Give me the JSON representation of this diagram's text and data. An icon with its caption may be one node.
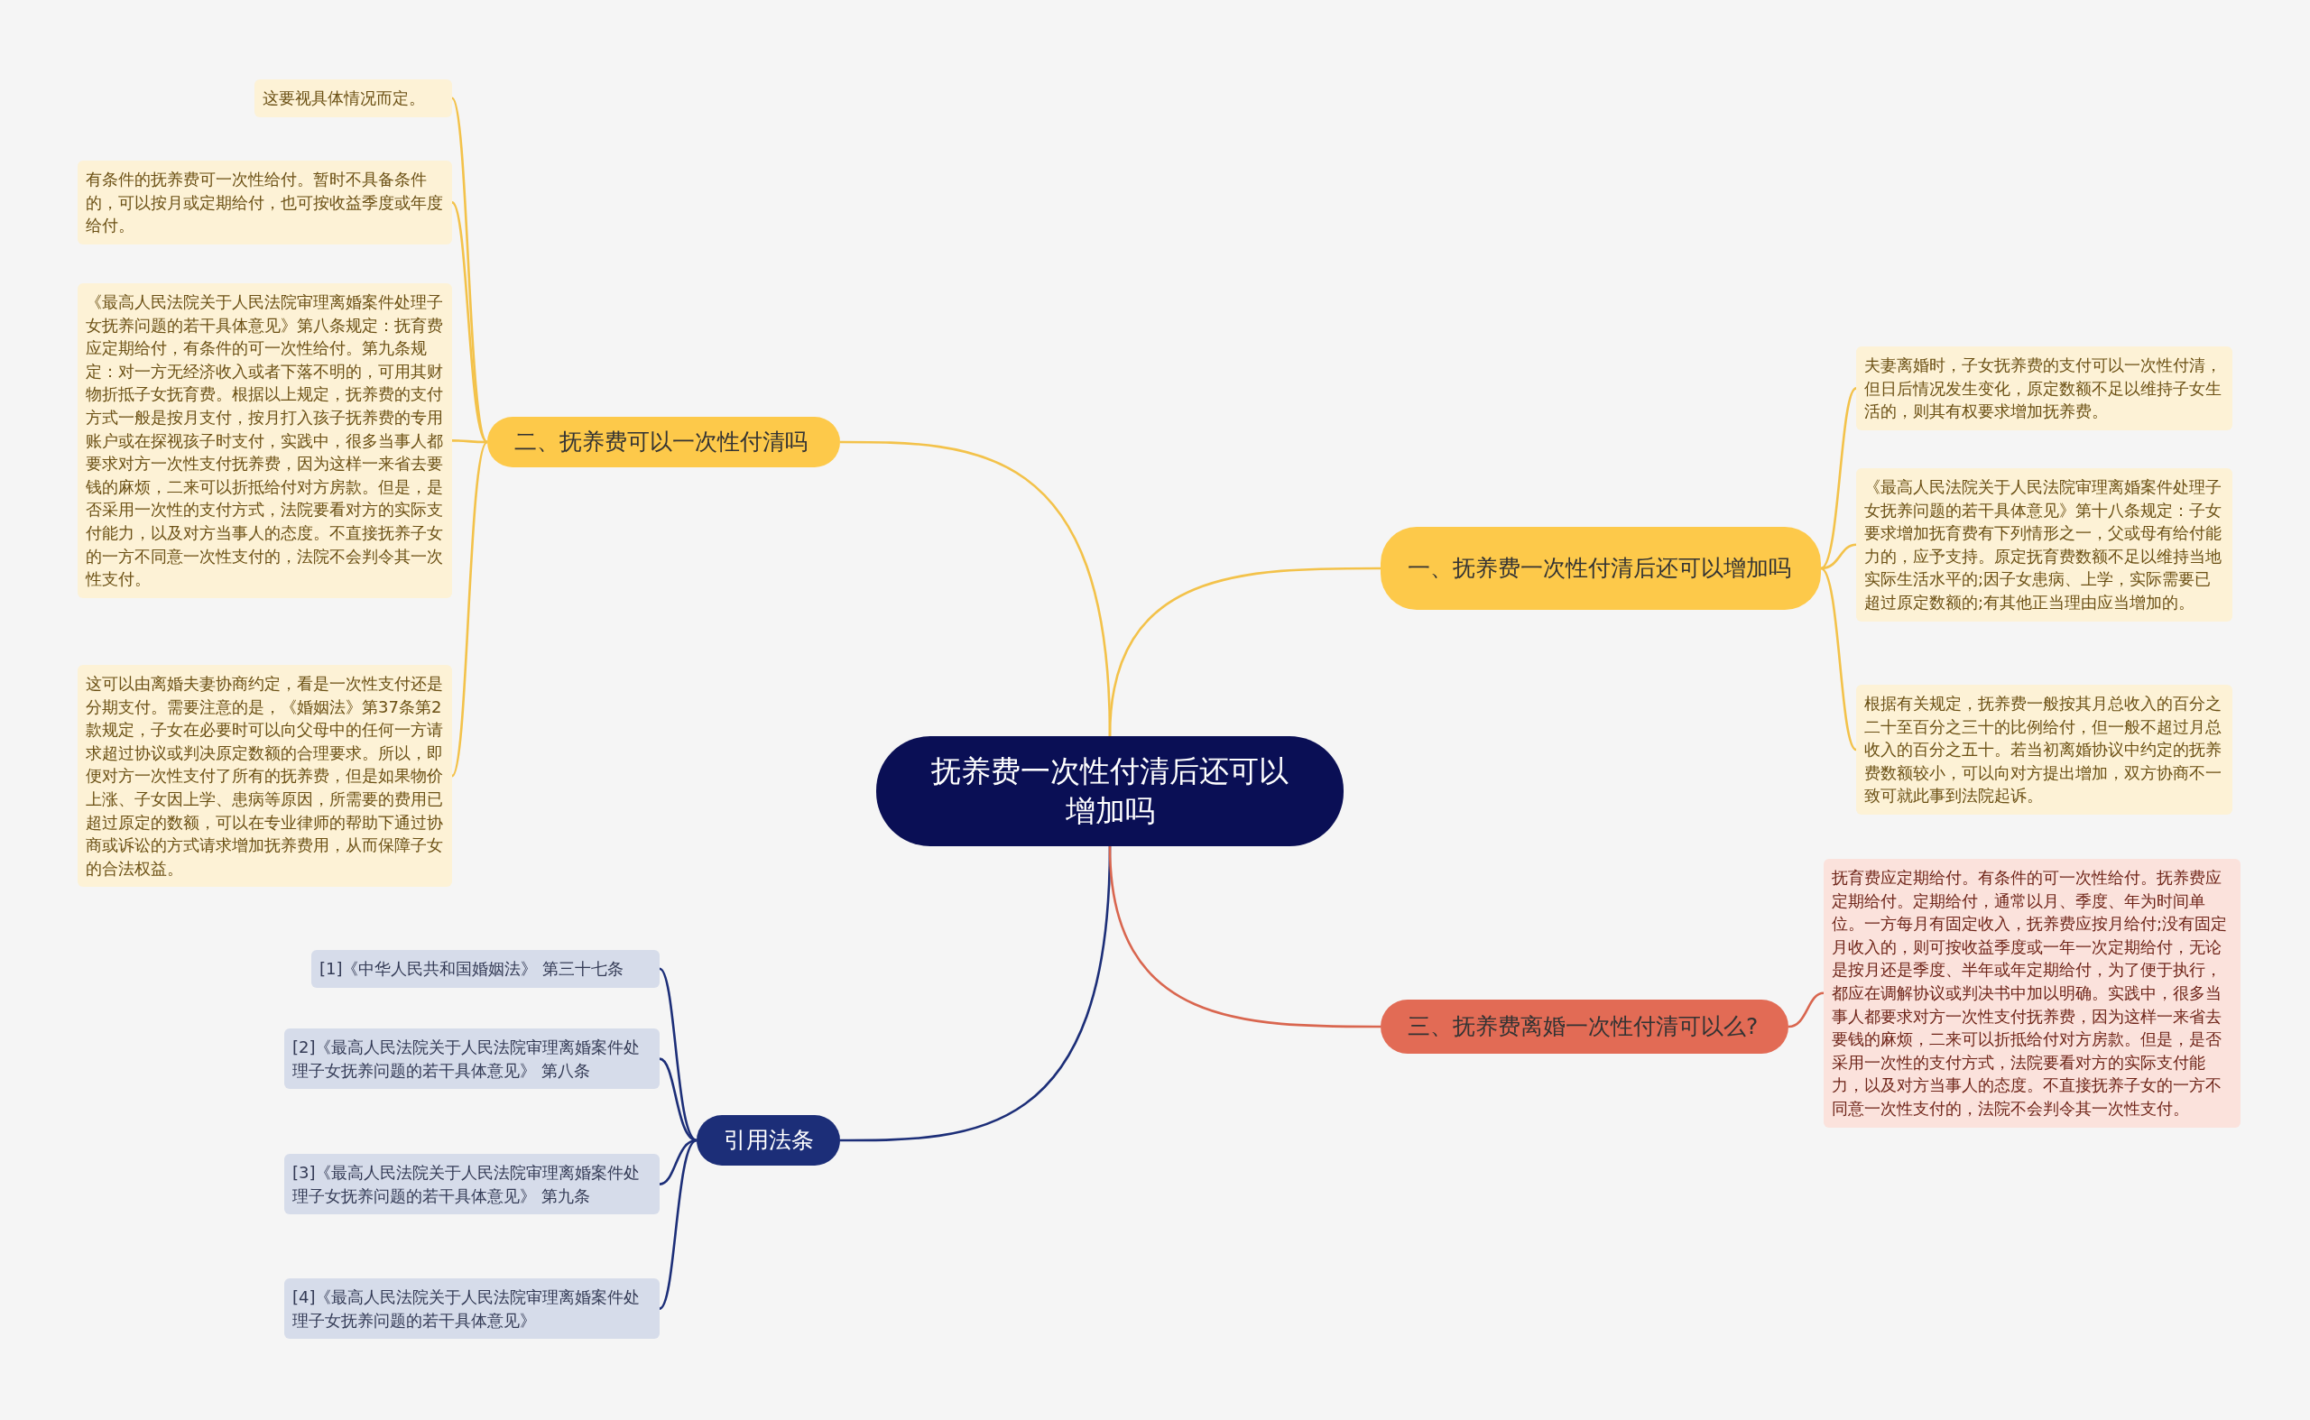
{
  "diagram": {
    "nodes": [
      {
        "text": [
          "抚养费一次性付清后还可以增加吗"
        ]
      },
      {
        "text": [
          "二、抚养费可以一次性付清吗"
        ]
      },
      {
        "text": [
          "这要视具体情况而定。"
        ]
      },
      {
        "text": [
          "有条件的抚养费可一次性给付。暂时不具备条件的，可以按月或定期给付，也可按收益季度或年度给付。"
        ]
      },
      {
        "text": [
          "《最高人民法院关于人民法院审理离婚案件处理子女抚养问题的若干具体意见》第八条规定：抚育费应定期给付，有条件的可一次性给付。第九条规定：对一方无经济收入或者下落不明的，可用其财物折抵子女抚育费。根据以上规定，抚养费的支付方式一般是按月支付，按月打入孩子抚养费的专用账户或在探视孩子时支付，实践中，很多当事人都要求对方一次性支付抚养费，因为这样一来省去要钱的麻烦，二来可以折抵给付对方房款。但是，是否采用一次性的支付方式，法院要看对方的实际支付能力，以及对方当事人的态度。不直接抚养子女的一方不同意一次性支付的，法院不会判令其一次性支付。"
        ]
      },
      {
        "text": [
          "这可以由离婚夫妻协商约定，看是一次性支付还是分期支付。需要注意的是，《婚姻法》第37条第2款规定，子女在必要时可以向父母中的任何一方请求超过协议或判决原定数额的合理要求。所以，即便对方一次性支付了所有的抚养费，但是如果物价上涨、子女因上学、患病等原因，所需要的费用已超过原定的数额，可以在专业律师的帮助下通过协商或诉讼的方式请求增加抚养费用，从而保障子女的合法权益。"
        ]
      },
      {
        "text": [
          "引用法条"
        ]
      },
      {
        "text": [
          "[1]《中华人民共和国婚姻法》 第三十七条"
        ]
      },
      {
        "text": [
          "[2]《最高人民法院关于人民法院审理离婚案件处理子女抚养问题的若干具体意见》 第八条"
        ]
      },
      {
        "text": [
          "[3]《最高人民法院关于人民法院审理离婚案件处理子女抚养问题的若干具体意见》 第九条"
        ]
      },
      {
        "text": [
          "[4]《最高人民法院关于人民法院审理离婚案件处理子女抚养问题的若干具体意见》"
        ]
      },
      {
        "text": [
          "一、抚养费一次性付清后还可以增加吗"
        ]
      },
      {
        "text": [
          "夫妻离婚时，子女抚养费的支付可以一次性付清，但日后情况发生变化，原定数额不足以维持子女生活的，则其有权要求增加抚养费。"
        ]
      },
      {
        "text": [
          "《最高人民法院关于人民法院审理离婚案件处理子女抚养问题的若干具体意见》第十八条规定：子女要求增加抚育费有下列情形之一，父或母有给付能力的，应予支持。原定抚育费数额不足以维持当地实际生活水平的;因子女患病、上学，实际需要已超过原定数额的;有其他正当理由应当增加的。"
        ]
      },
      {
        "text": [
          "根据有关规定，抚养费一般按其月总收入的百分之二十至百分之三十的比例给付，但一般不超过月总收入的百分之五十。若当初离婚协议中约定的抚养费数额较小，可以向对方提出增加，双方协商不一致可就此事到法院起诉。"
        ]
      },
      {
        "text": [
          "三、抚养费离婚一次性付清可以么?"
        ]
      },
      {
        "text": [
          "抚育费应定期给付。有条件的可一次性给付。抚养费应定期给付。定期给付，通常以月、季度、年为时间单位。一方每月有固定收入，抚养费应按月给付;没有固定月收入的，则可按收益季度或一年一次定期给付，无论是按月还是季度、半年或年定期给付，为了便于执行，都应在调解协议或判决书中加以明确。实践中，很多当事人都要求对方一次性支付抚养费，因为这样一来省去要钱的麻烦，二来可以折抵给付对方房款。但是，是否采用一次性的支付方式，法院要看对方的实际支付能力，以及对方当事人的态度。不直接抚养子女的一方不同意一次性支付的，法院不会判令其一次性支付。"
        ]
      }
    ],
    "edges": [
      {
        "from": 0,
        "to": 1,
        "arrow": "none"
      },
      {
        "from": 1,
        "to": 2,
        "arrow": "none"
      },
      {
        "from": 1,
        "to": 3,
        "arrow": "none"
      },
      {
        "from": 1,
        "to": 4,
        "arrow": "none"
      },
      {
        "from": 1,
        "to": 5,
        "arrow": "none"
      },
      {
        "from": 0,
        "to": 6,
        "arrow": "none",
        "color": "#1c2e78"
      },
      {
        "from": 6,
        "to": 7,
        "arrow": "none",
        "color": "#1c2e78"
      },
      {
        "from": 6,
        "to": 8,
        "arrow": "none",
        "color": "#1c2e78"
      },
      {
        "from": 6,
        "to": 9,
        "arrow": "none",
        "color": "#1c2e78"
      },
      {
        "from": 6,
        "to": 10,
        "arrow": "none",
        "color": "#1c2e78"
      },
      {
        "from": 0,
        "to": 11,
        "arrow": "none"
      },
      {
        "from": 11,
        "to": 12,
        "arrow": "none"
      },
      {
        "from": 11,
        "to": 13,
        "arrow": "none"
      },
      {
        "from": 11,
        "to": 14,
        "arrow": "none"
      },
      {
        "from": 0,
        "to": 15,
        "arrow": "none",
        "color": "#d9664f"
      },
      {
        "from": 15,
        "to": 16,
        "arrow": "none",
        "color": "#d9664f"
      }
    ]
  }
}
